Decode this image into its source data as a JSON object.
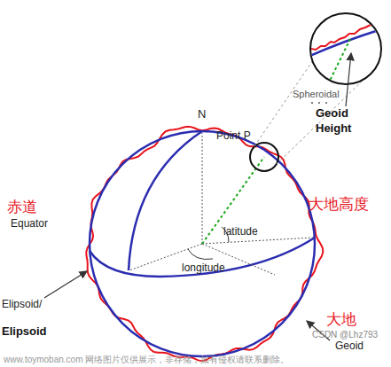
{
  "diagram": {
    "labels": [
      "N",
      "Point P",
      "Spheroidal",
      "Geoid",
      "Height",
      "大地高度",
      "赤道",
      "Equator",
      "latitude",
      "longitude",
      "Elipsoid/",
      "Elipsoid",
      "大地",
      "Geoid",
      "CSDN @Lhz793",
      "www.toymoban.com 网络图片仅供展示，非存储，如有侵权请联系删除。"
    ]
  }
}
